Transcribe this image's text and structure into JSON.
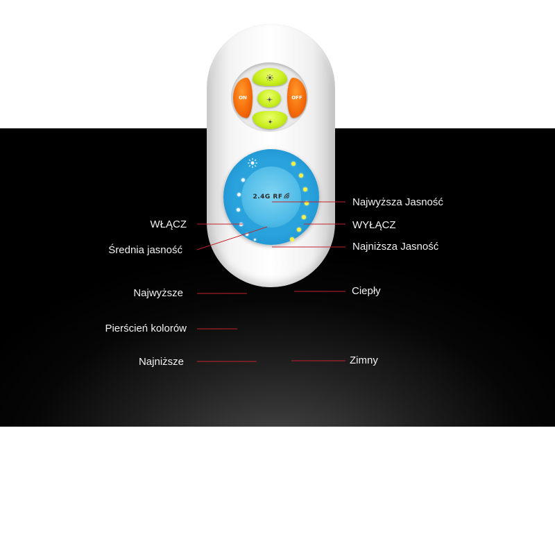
{
  "buttons": {
    "on_text": "ON",
    "off_text": "OFF",
    "brightness_up_icon": "sun-bright-icon",
    "brightness_mid_icon": "sun-medium-icon",
    "brightness_down_icon": "sun-dim-icon"
  },
  "ring": {
    "badge": "2.4G RF",
    "badge_icon": "wireless-signal-icon"
  },
  "callouts": {
    "max_brightness": "Najwyższa Jasność",
    "on": "WŁĄCZ",
    "off": "WYŁĄCZ",
    "mid_brightness": "Średnia jasność",
    "min_brightness": "Najniższa Jasność",
    "highest": "Najwyższe",
    "warm": "Ciepły",
    "color_ring": "Pierścień kolorów",
    "lowest": "Najniższe",
    "cold": "Zimny"
  },
  "colors": {
    "callout_line": "#c2242c",
    "button_green": "#c8ee1e",
    "button_orange": "#f56c0a",
    "ring_blue": "#2aa3dc"
  }
}
